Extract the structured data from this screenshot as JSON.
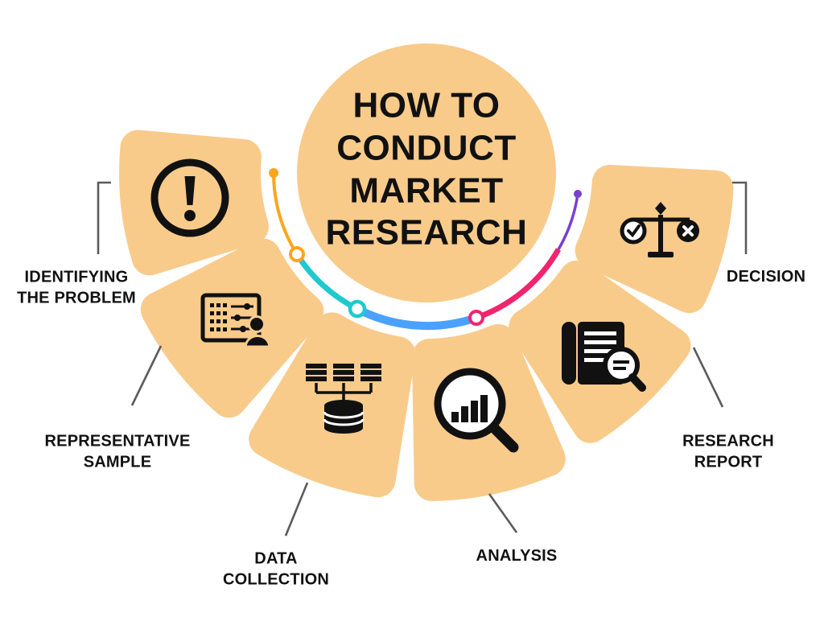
{
  "title": "HOW TO\nCONDUCT\nMARKET\nRESEARCH",
  "colors": {
    "background": "#ffffff",
    "petal": "#F8CB8B",
    "ink": "#111111",
    "connector": "#5B5B5B",
    "arc": {
      "orange": "#FFA51F",
      "teal": "#1FC9CE",
      "blue": "#4BA1FF",
      "pink": "#F0256E",
      "purple": "#7A3FD1"
    }
  },
  "steps": [
    {
      "label": "IDENTIFYING\nTHE PROBLEM",
      "icon": "exclamation-icon"
    },
    {
      "label": "REPRESENTATIVE\nSAMPLE",
      "icon": "survey-presenter-icon"
    },
    {
      "label": "DATA\nCOLLECTION",
      "icon": "database-icon"
    },
    {
      "label": "ANALYSIS",
      "icon": "magnifier-chart-icon"
    },
    {
      "label": "RESEARCH\nREPORT",
      "icon": "report-magnifier-icon"
    },
    {
      "label": "DECISION",
      "icon": "balance-scale-icon"
    }
  ]
}
